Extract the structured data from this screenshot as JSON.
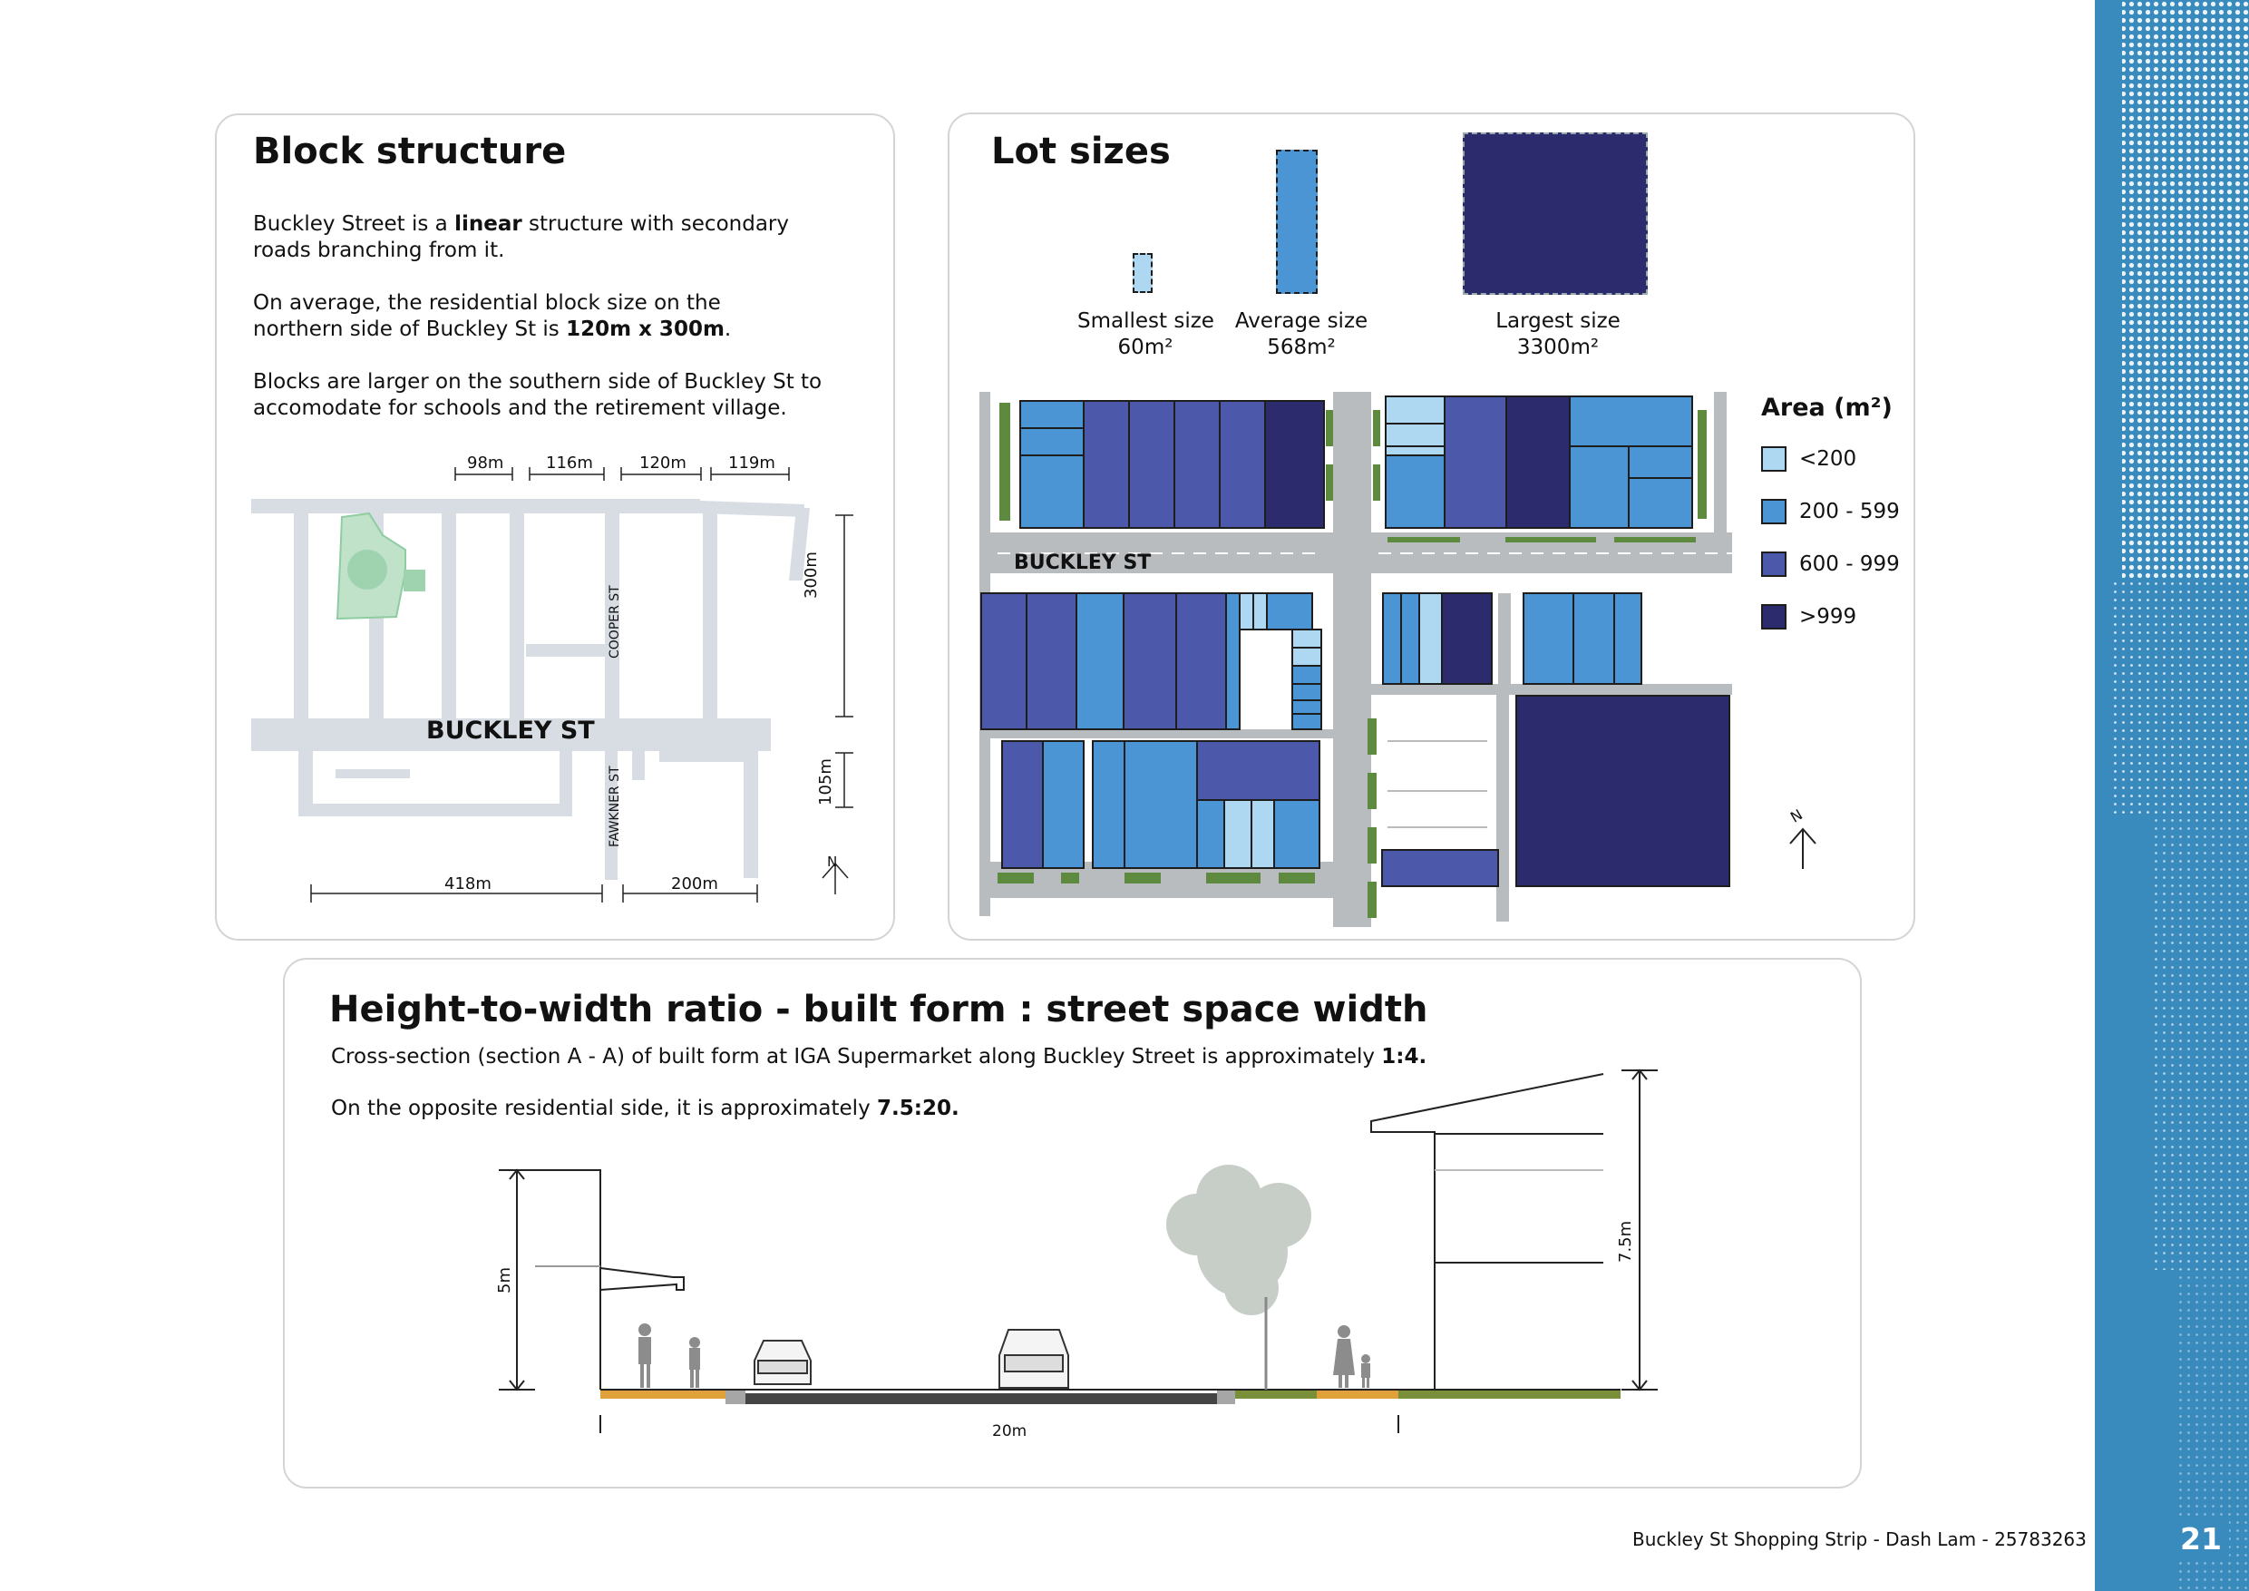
{
  "block_structure": {
    "title": "Block structure",
    "p1_pre": "Buckley Street is a ",
    "p1_bold": "linear",
    "p1_post": " structure with secondary roads branching from it.",
    "p2_pre": "On average, the residential block size on the northern side of Buckley St is ",
    "p2_bold": "120m x 300m",
    "p2_post": ".",
    "p3": "Blocks are larger on the southern side of Buckley St to accomodate for schools and the retirement village.",
    "dims_top": [
      "98m",
      "116m",
      "120m",
      "119m"
    ],
    "dims_bottom": [
      "418m",
      "200m"
    ],
    "dim_300": "300m",
    "dim_105": "105m",
    "street_main": "BUCKLEY ST",
    "street_cooper": "COOPER ST",
    "street_fawkner": "FAWKNER ST",
    "north": "N"
  },
  "lot_sizes": {
    "title": "Lot sizes",
    "smallest_label": "Smallest size",
    "smallest_value": "60m²",
    "average_label": "Average size",
    "average_value": "568m²",
    "largest_label": "Largest size",
    "largest_value": "3300m²",
    "street": "BUCKLEY ST",
    "legend_title": "Area (m²)",
    "legend": [
      {
        "label": "<200",
        "color": "#aed8f2"
      },
      {
        "label": "200 - 599",
        "color": "#4b95d4"
      },
      {
        "label": "600 - 999",
        "color": "#4c58a9"
      },
      {
        "label": ">999",
        "color": "#2b2b6e"
      }
    ],
    "north": "N"
  },
  "ratio": {
    "title": "Height-to-width ratio - built form : street space width",
    "p1_pre": "Cross-section (section A - A) of built form at IGA Supermarket along Buckley Street is approximately ",
    "p1_bold": "1:4.",
    "p2_pre": "On the opposite residential side, it is approximately ",
    "p2_bold": "7.5:20.",
    "dim_5": "5m",
    "dim_75": "7.5m",
    "dim_20": "20m"
  },
  "footer": {
    "credit": "Buckley St Shopping Strip - Dash Lam - 25783263",
    "page_number": "21"
  },
  "colors": {
    "accent_blue": "#3a8bbd",
    "road_grey": "#d7dde3",
    "lot_light": "#aed8f2",
    "lot_mid": "#4b95d4",
    "lot_purple": "#4c58a9",
    "lot_dark": "#2b2b6e"
  }
}
